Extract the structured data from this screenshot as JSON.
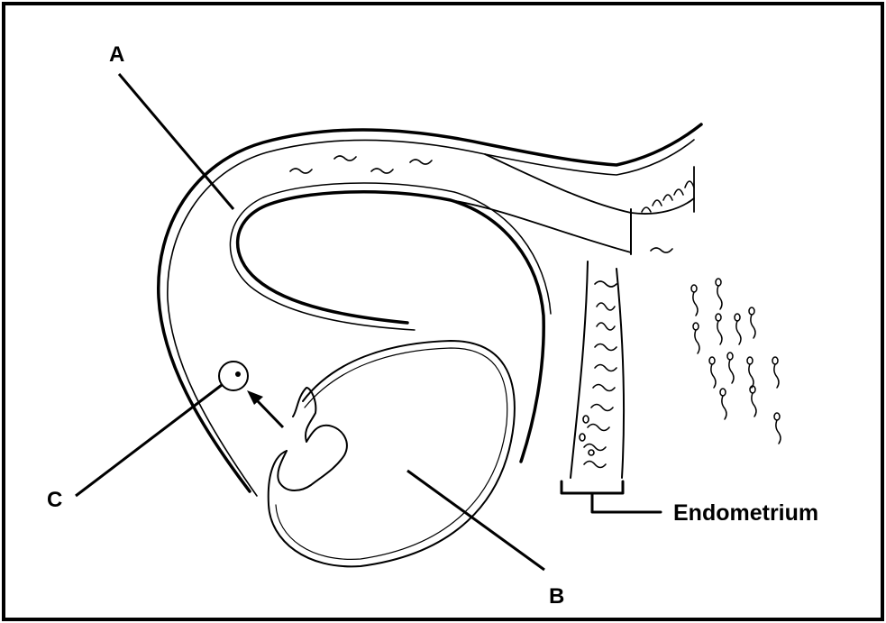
{
  "labels": {
    "a": "A",
    "b": "B",
    "c": "C",
    "endometrium": "Endometrium"
  }
}
